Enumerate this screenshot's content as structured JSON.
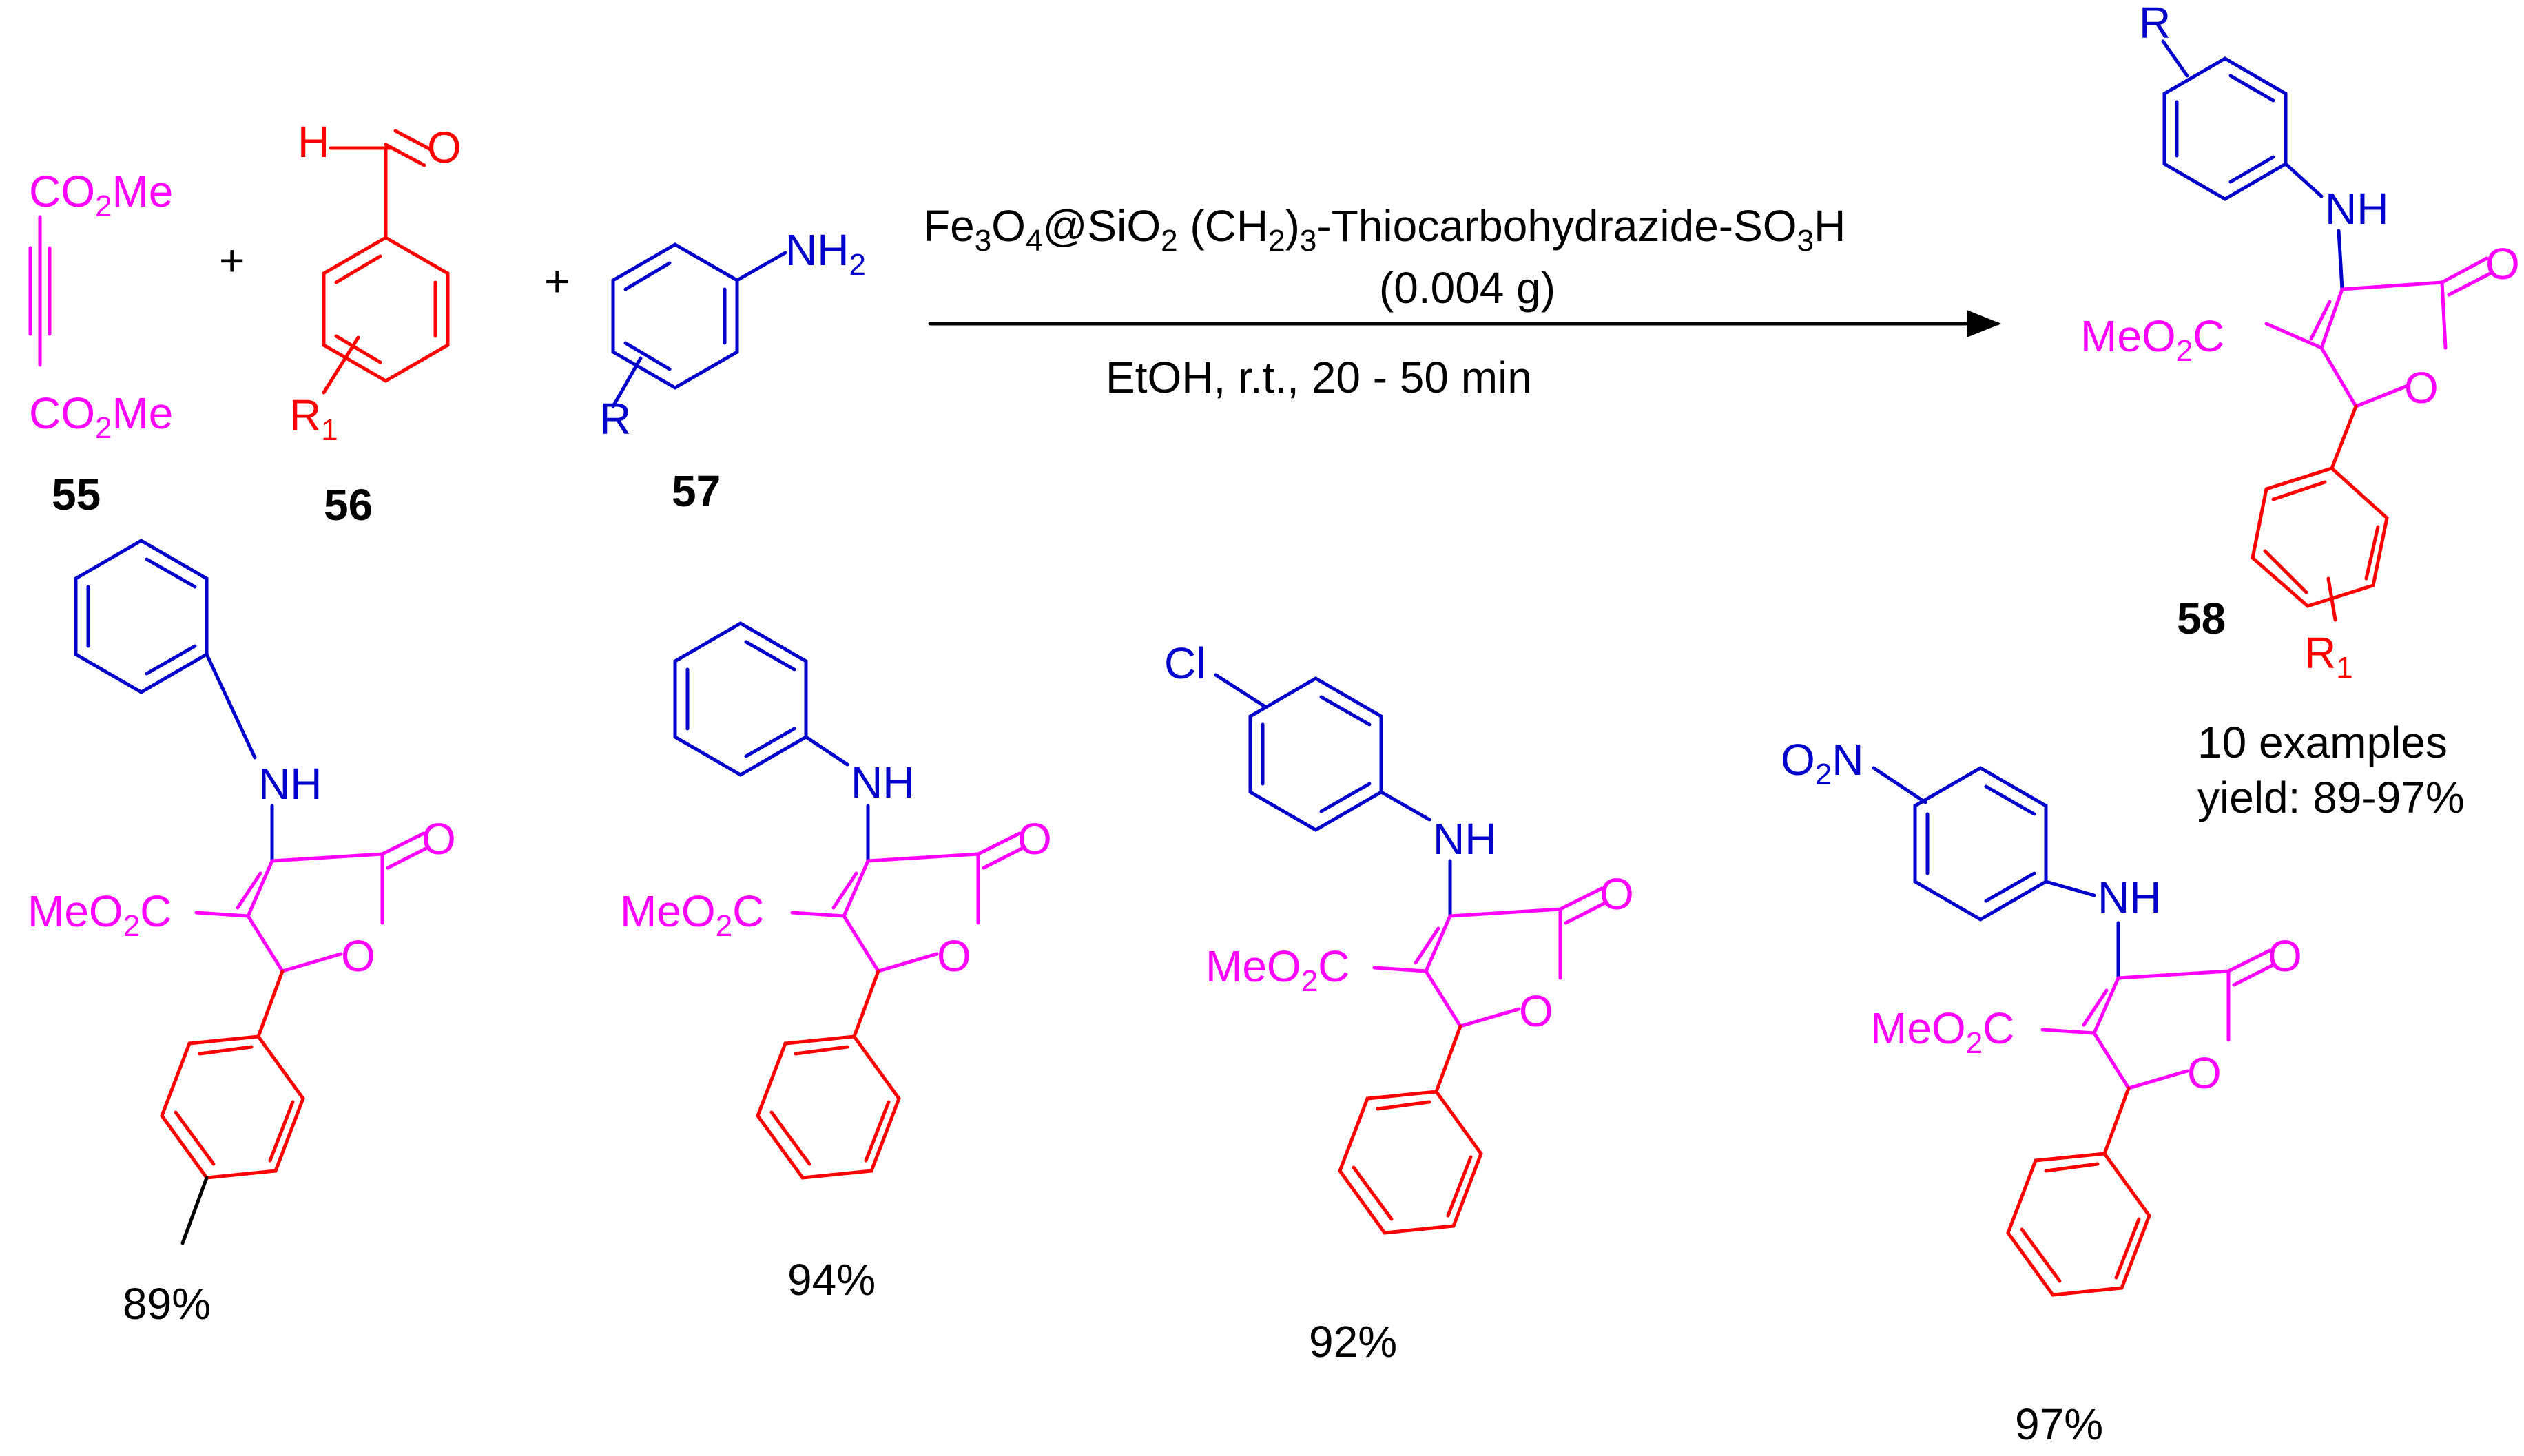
{
  "colors": {
    "alkyne": "#ff00ff",
    "aldehyde": "#ff0000",
    "amine": "#0000cc",
    "text": "#000000"
  },
  "reaction": {
    "plus": "+",
    "catalyst": {
      "fe": "Fe",
      "fe_sub": "3",
      "o": "O",
      "o_sub": "4",
      "at_si": "@SiO",
      "si_sub": "2",
      "ch_open": " (CH",
      "ch_sub": "2",
      "ch_close": ")",
      "ch_sub2": "3",
      "thio": "-Thiocarbohydrazide-SO",
      "so_sub": "3",
      "h": "H"
    },
    "amount": "(0.004 g)",
    "conditions": "EtOH, r.t., 20 - 50 min"
  },
  "compounds": {
    "c55": "55",
    "c56": "56",
    "c57": "57",
    "c58": "58"
  },
  "labels": {
    "co2me_co": "CO",
    "co2me_sub": "2",
    "co2me_me": "Me",
    "h": "H",
    "o": "O",
    "r": "R",
    "r1": "R",
    "r1_sub": "1",
    "nh": "NH",
    "nh2": "NH",
    "nh2_sub": "2",
    "meo2c_meo": "MeO",
    "meo2c_sub": "2",
    "meo2c_c": "C",
    "cl": "Cl",
    "o2n_o": "O",
    "o2n_sub": "2",
    "o2n_n": "N"
  },
  "summary": {
    "examples": "10 examples",
    "yield": "yield: 89-97%"
  },
  "examples": [
    {
      "yield": "89%"
    },
    {
      "yield": "94%"
    },
    {
      "yield": "92%"
    },
    {
      "yield": "97%"
    }
  ]
}
